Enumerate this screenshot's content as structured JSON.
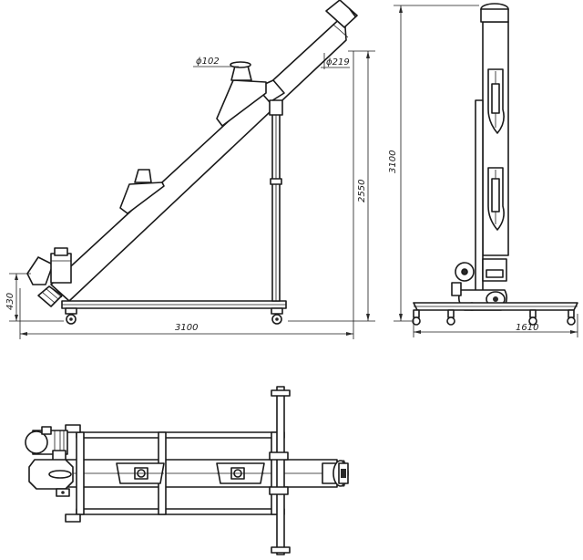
{
  "dimensions": {
    "side_length": "3100",
    "side_height": "2550",
    "inlet_height": "430",
    "inlet_pipe_diameter": "ϕ102",
    "tube_diameter": "ϕ219",
    "front_height": "3100",
    "front_width": "1610"
  }
}
